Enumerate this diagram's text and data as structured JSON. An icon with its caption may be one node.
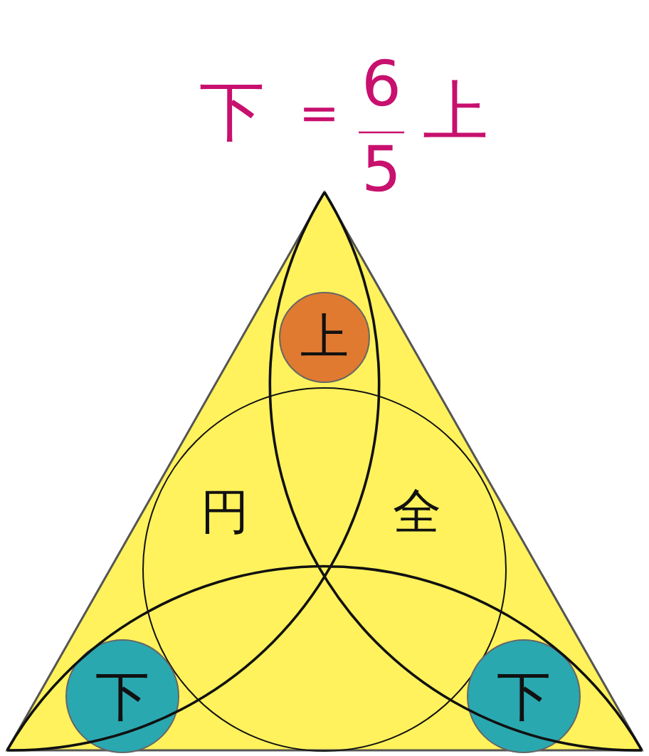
{
  "diagram": {
    "nodes": [
      {
        "text": [
          "上"
        ]
      },
      {
        "text": [
          "円",
          "全"
        ]
      },
      {
        "text": [
          "下"
        ]
      },
      {
        "text": [
          "下"
        ]
      }
    ],
    "labels": [
      "下",
      "=",
      "6",
      "5",
      "上"
    ]
  }
}
